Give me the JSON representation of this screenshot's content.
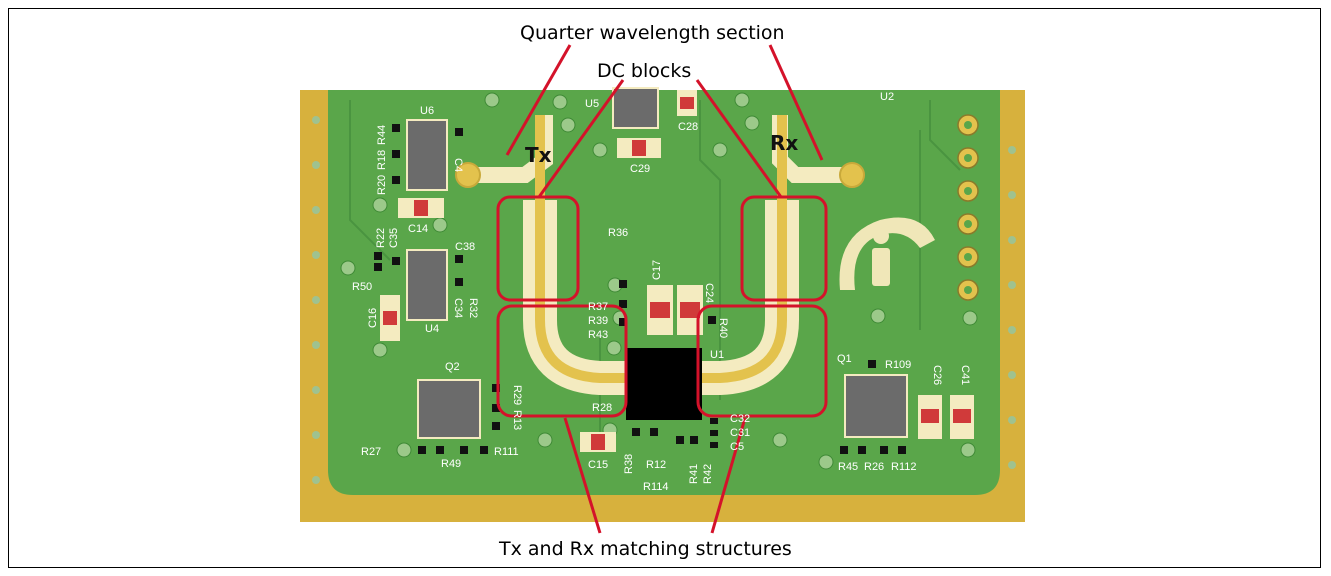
{
  "labels": {
    "quarter_wavelength": "Quarter wavelength section",
    "dc_blocks": "DC blocks",
    "matching_structures": "Tx and Rx matching structures",
    "tx": "Tx",
    "rx": "Rx"
  },
  "designators": [
    {
      "id": "U6",
      "text": "U6"
    },
    {
      "id": "U5",
      "text": "U5"
    },
    {
      "id": "U2",
      "text": "U2"
    },
    {
      "id": "U4",
      "text": "U4"
    },
    {
      "id": "U1",
      "text": "U1"
    },
    {
      "id": "Q1",
      "text": "Q1"
    },
    {
      "id": "Q2",
      "text": "Q2"
    },
    {
      "id": "C4",
      "text": "C4"
    },
    {
      "id": "C14",
      "text": "C14"
    },
    {
      "id": "C35",
      "text": "C35"
    },
    {
      "id": "C38",
      "text": "C38"
    },
    {
      "id": "C34",
      "text": "C34"
    },
    {
      "id": "C16",
      "text": "C16"
    },
    {
      "id": "C28",
      "text": "C28"
    },
    {
      "id": "C29",
      "text": "C29"
    },
    {
      "id": "C17",
      "text": "C17"
    },
    {
      "id": "C24",
      "text": "C24"
    },
    {
      "id": "C15",
      "text": "C15"
    },
    {
      "id": "C32",
      "text": "C32"
    },
    {
      "id": "C31",
      "text": "C31"
    },
    {
      "id": "C5",
      "text": "C5"
    },
    {
      "id": "C26",
      "text": "C26"
    },
    {
      "id": "C41",
      "text": "C41"
    },
    {
      "id": "R44",
      "text": "R44"
    },
    {
      "id": "R18",
      "text": "R18"
    },
    {
      "id": "R20",
      "text": "R20"
    },
    {
      "id": "R22",
      "text": "R22"
    },
    {
      "id": "R50",
      "text": "R50"
    },
    {
      "id": "R32",
      "text": "R32"
    },
    {
      "id": "R36",
      "text": "R36"
    },
    {
      "id": "R37",
      "text": "R37"
    },
    {
      "id": "R39",
      "text": "R39"
    },
    {
      "id": "R43",
      "text": "R43"
    },
    {
      "id": "R40",
      "text": "R40"
    },
    {
      "id": "R109",
      "text": "R109"
    },
    {
      "id": "R29",
      "text": "R29"
    },
    {
      "id": "R13",
      "text": "R13"
    },
    {
      "id": "R28",
      "text": "R28"
    },
    {
      "id": "R27",
      "text": "R27"
    },
    {
      "id": "R49",
      "text": "R49"
    },
    {
      "id": "R111",
      "text": "R111"
    },
    {
      "id": "R38",
      "text": "R38"
    },
    {
      "id": "R12",
      "text": "R12"
    },
    {
      "id": "R114",
      "text": "R114"
    },
    {
      "id": "R41",
      "text": "R41"
    },
    {
      "id": "R42",
      "text": "R42"
    },
    {
      "id": "R45",
      "text": "R45"
    },
    {
      "id": "R26",
      "text": "R26"
    },
    {
      "id": "R112",
      "text": "R112"
    }
  ],
  "colors": {
    "board_green": "#5aa64a",
    "board_edge_gold": "#d7b13d",
    "copper_gold": "#e3c24d",
    "trace_light": "#f4ebc0",
    "highlight_red": "#d4122a",
    "chip_black": "#000000",
    "ic_gray": "#6b6b6b"
  }
}
